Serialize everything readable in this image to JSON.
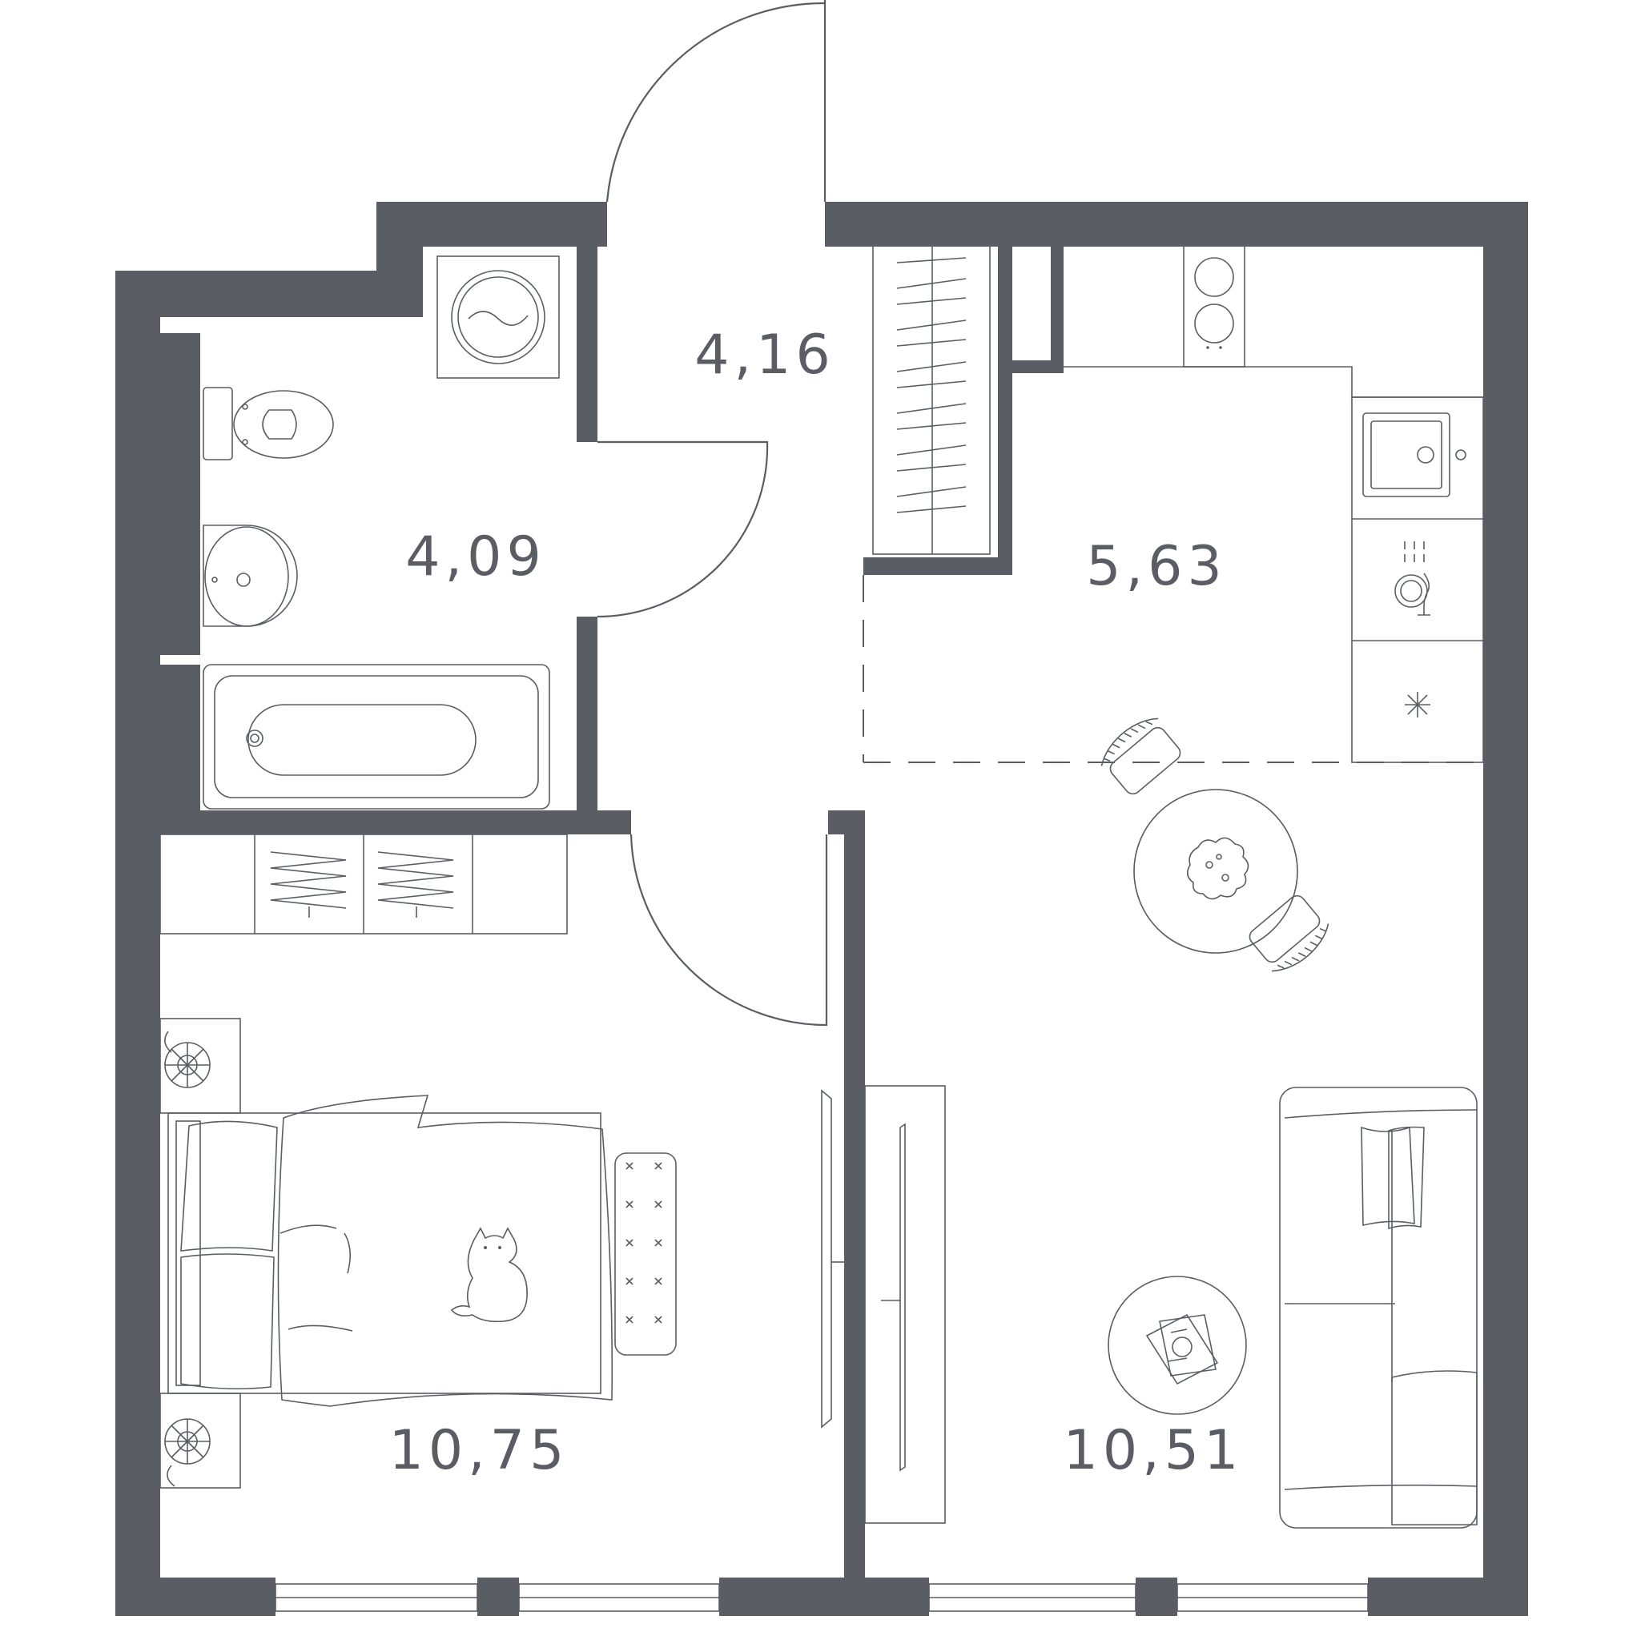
{
  "colors": {
    "wall": "#5a5d64",
    "background": "#ffffff"
  },
  "rooms": [
    {
      "id": "hall",
      "area": "4,16"
    },
    {
      "id": "bathroom",
      "area": "4,09"
    },
    {
      "id": "kitchen",
      "area": "5,63"
    },
    {
      "id": "bedroom",
      "area": "10,75"
    },
    {
      "id": "living",
      "area": "10,51"
    }
  ],
  "icons": [
    "washing-machine-icon",
    "toilet-icon",
    "sink-icon",
    "bathtub-icon",
    "stove-icon",
    "kitchen-sink-icon",
    "dishwasher-icon",
    "fridge-icon",
    "dining-table-icon",
    "bed-icon",
    "cat-icon",
    "nightstand-icon",
    "rug-icon",
    "sofa-icon",
    "coffee-table-icon",
    "wardrobe-icon",
    "mirror-icon",
    "door-icon",
    "window-icon"
  ]
}
